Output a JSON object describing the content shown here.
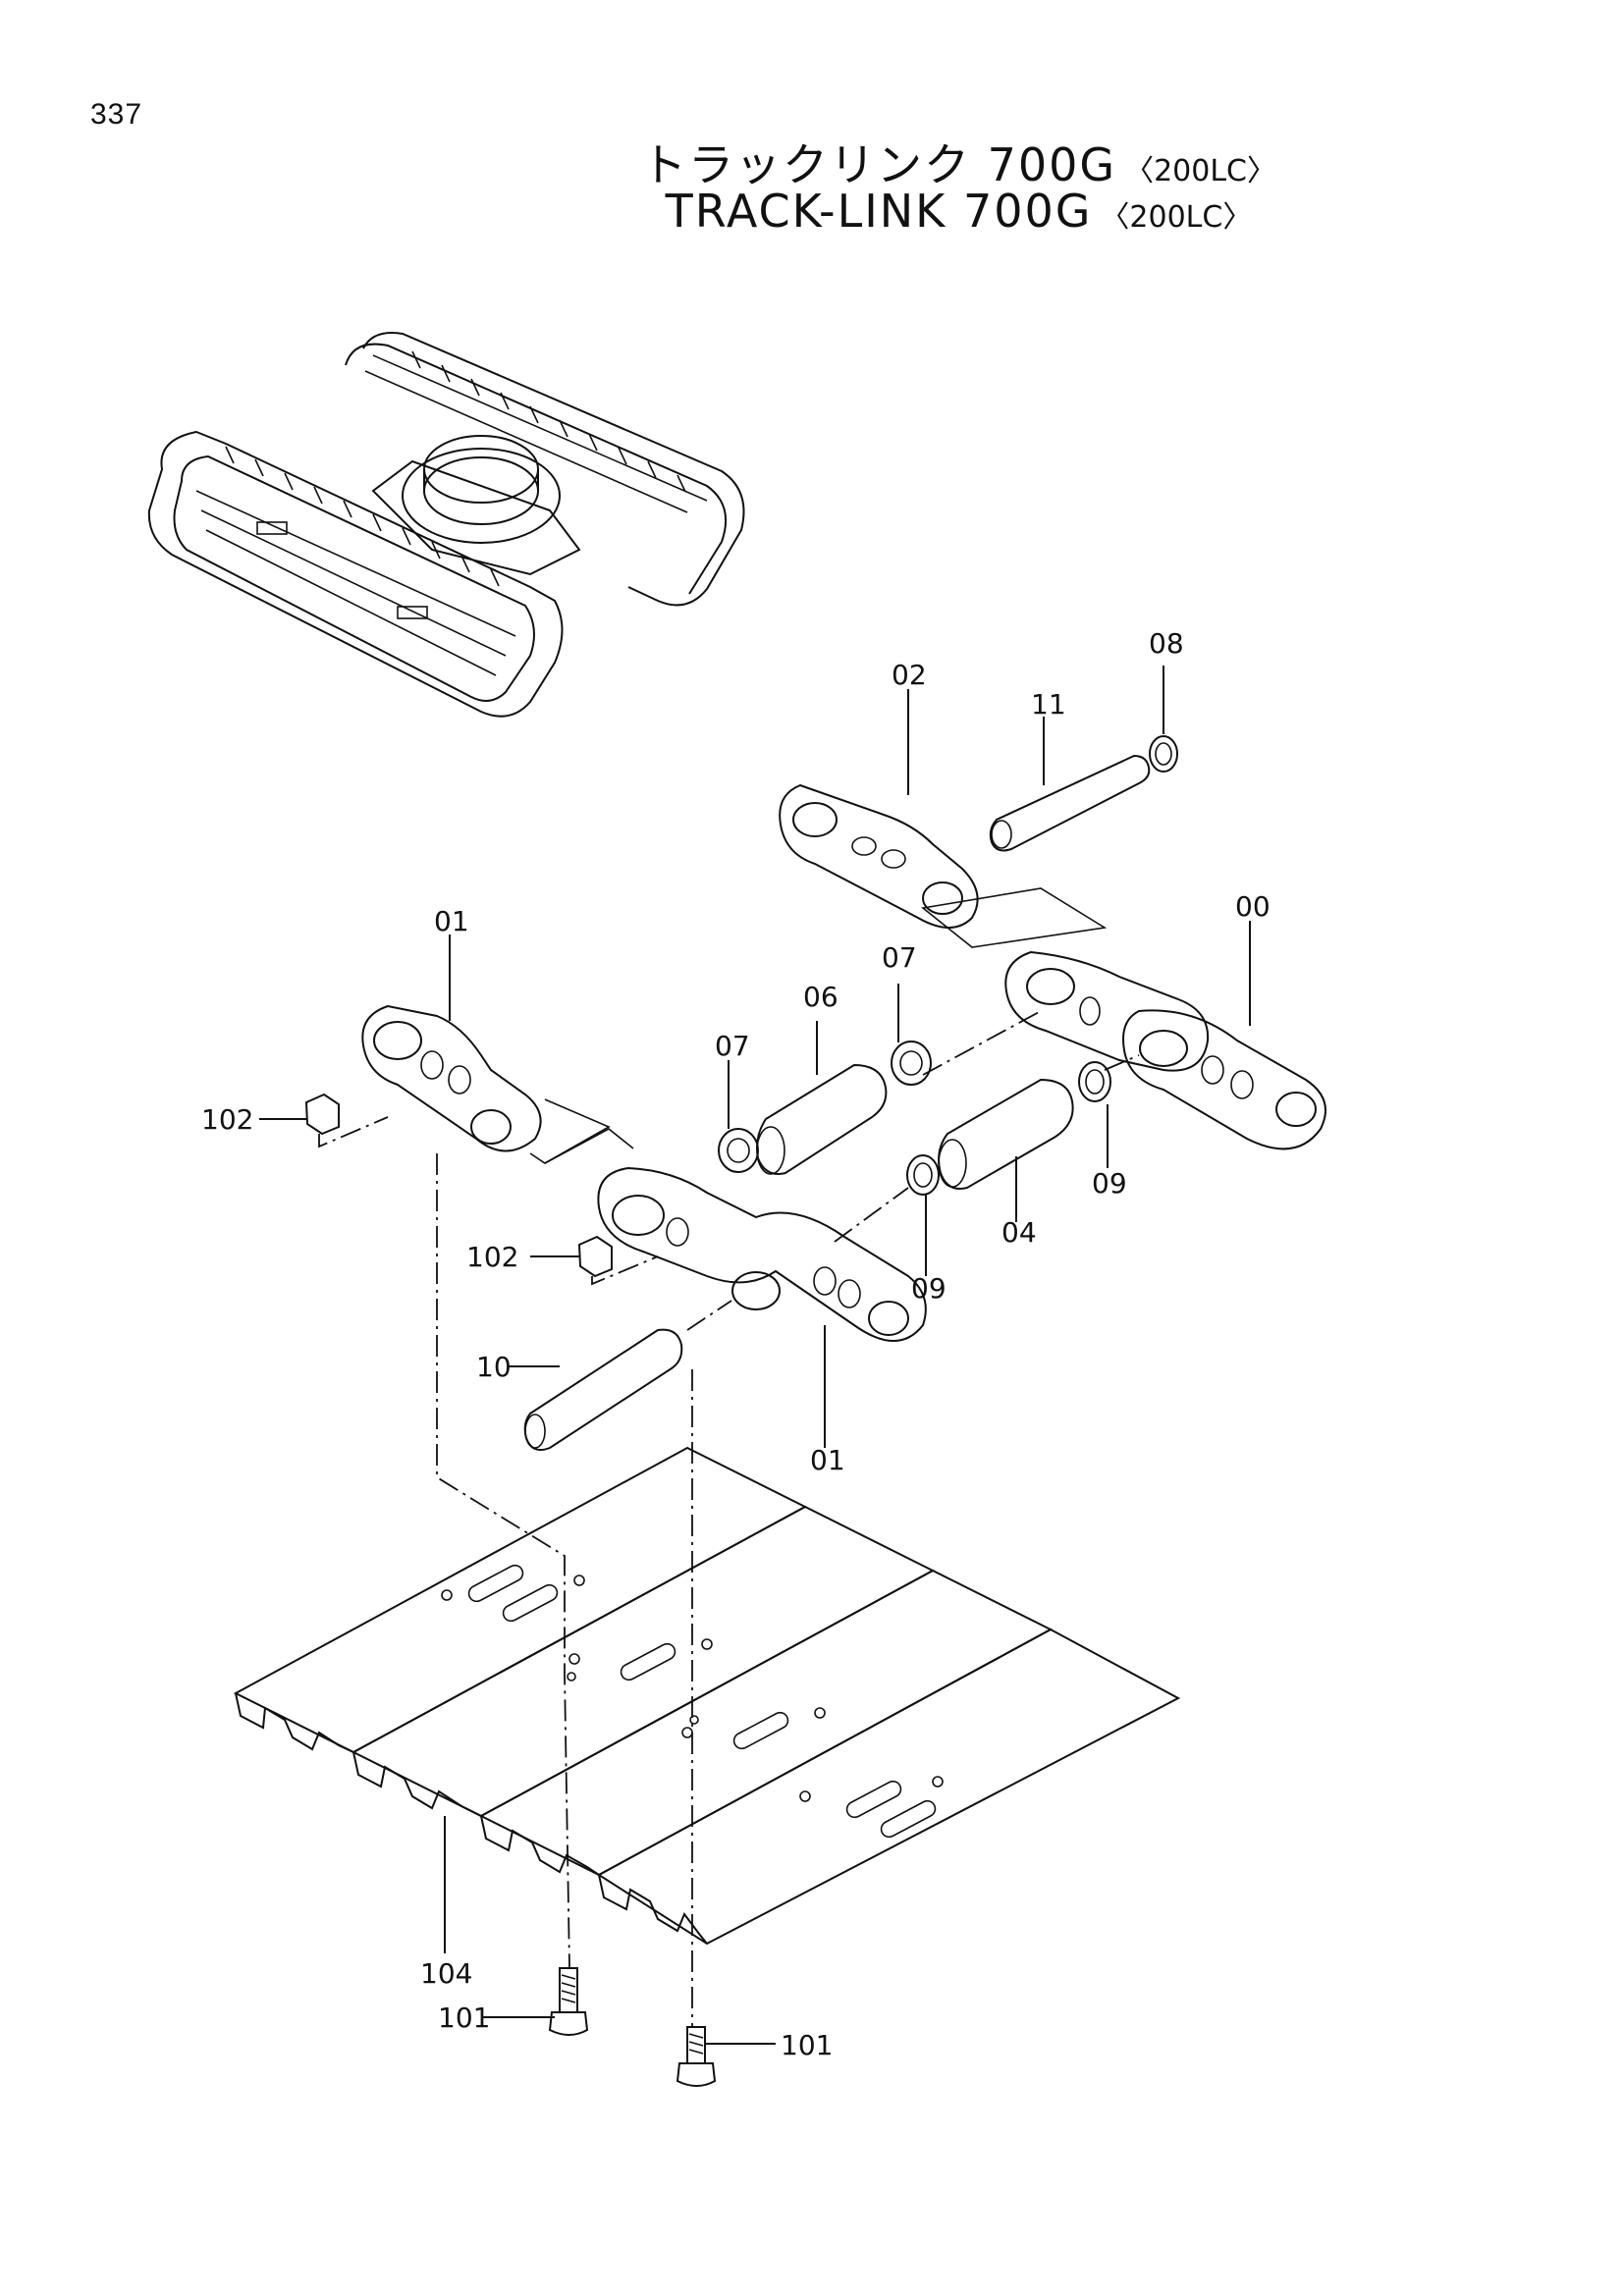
{
  "page": {
    "number": "337"
  },
  "title": {
    "japanese": "トラックリンク 700G",
    "english": "TRACK-LINK 700G",
    "model": "〈200LC〉"
  },
  "callouts": [
    {
      "id": "c08",
      "label": "08"
    },
    {
      "id": "c02",
      "label": "02"
    },
    {
      "id": "c11",
      "label": "11"
    },
    {
      "id": "c01a",
      "label": "01"
    },
    {
      "id": "c00",
      "label": "00"
    },
    {
      "id": "c07a",
      "label": "07"
    },
    {
      "id": "c06",
      "label": "06"
    },
    {
      "id": "c07b",
      "label": "07"
    },
    {
      "id": "c102a",
      "label": "102"
    },
    {
      "id": "c09a",
      "label": "09"
    },
    {
      "id": "c04",
      "label": "04"
    },
    {
      "id": "c102b",
      "label": "102"
    },
    {
      "id": "c09b",
      "label": "09"
    },
    {
      "id": "c10",
      "label": "10"
    },
    {
      "id": "c01b",
      "label": "01"
    },
    {
      "id": "c104",
      "label": "104"
    },
    {
      "id": "c101a",
      "label": "101"
    },
    {
      "id": "c101b",
      "label": "101"
    }
  ]
}
